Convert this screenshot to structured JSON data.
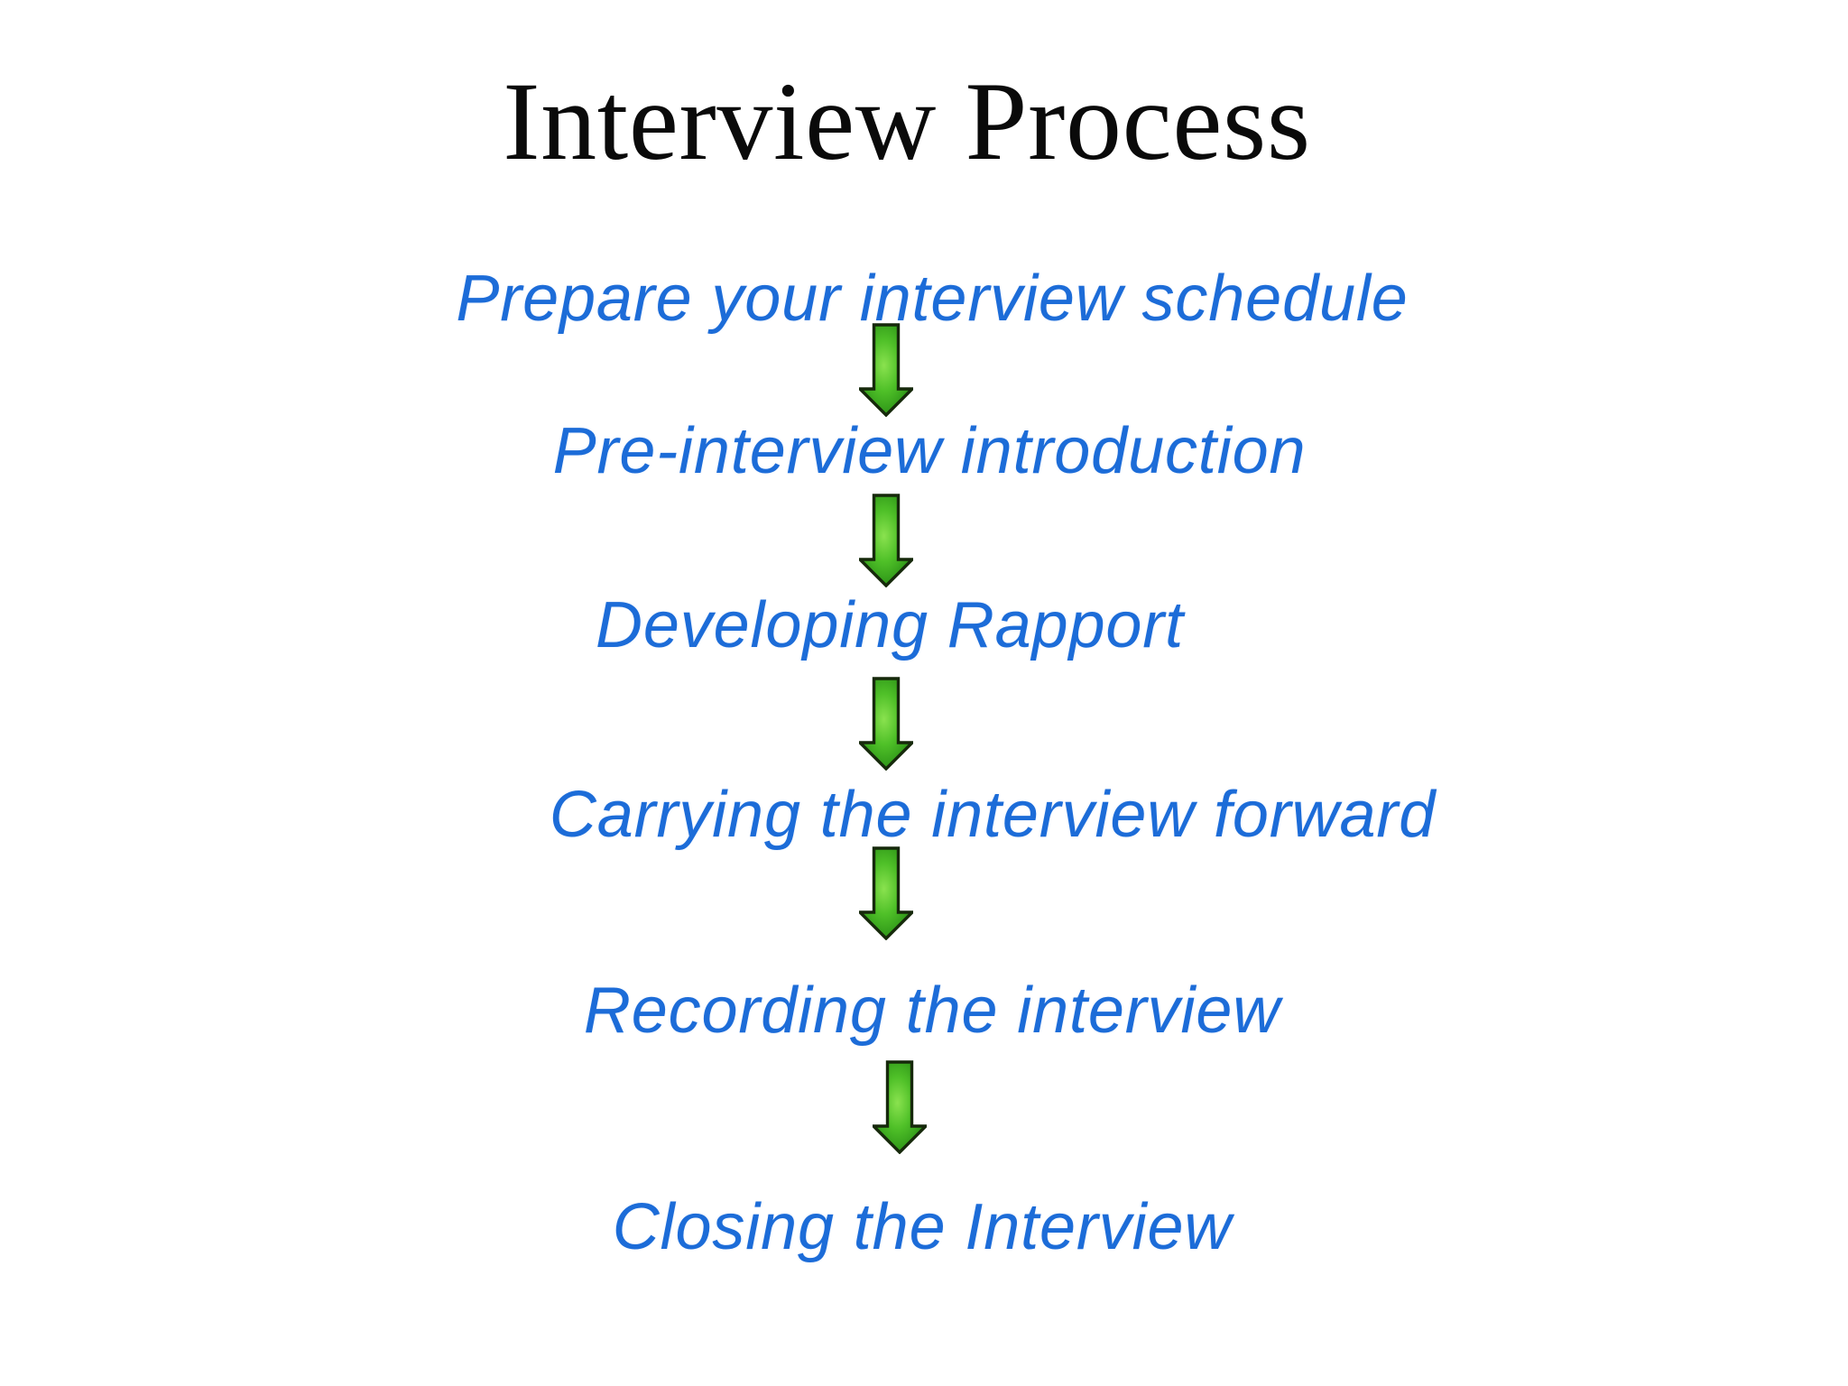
{
  "slide": {
    "title": "Interview Process",
    "steps": [
      "Prepare your interview schedule",
      "Pre-interview introduction",
      "Developing Rapport",
      "Carrying the interview forward",
      "Recording the interview",
      "Closing the Interview"
    ],
    "flow_direction": "top-to-bottom",
    "connector_icon": "down-arrow",
    "connector_count": 5,
    "colors": {
      "background": "#FFFFFF",
      "title_text": "#0A0A0A",
      "step_text": "#1C6CD8",
      "arrow_light_green": "#8AE24F",
      "arrow_mid_green": "#3FB31E",
      "arrow_dark_green": "#1E7C10",
      "arrow_outline": "#16290B"
    }
  }
}
